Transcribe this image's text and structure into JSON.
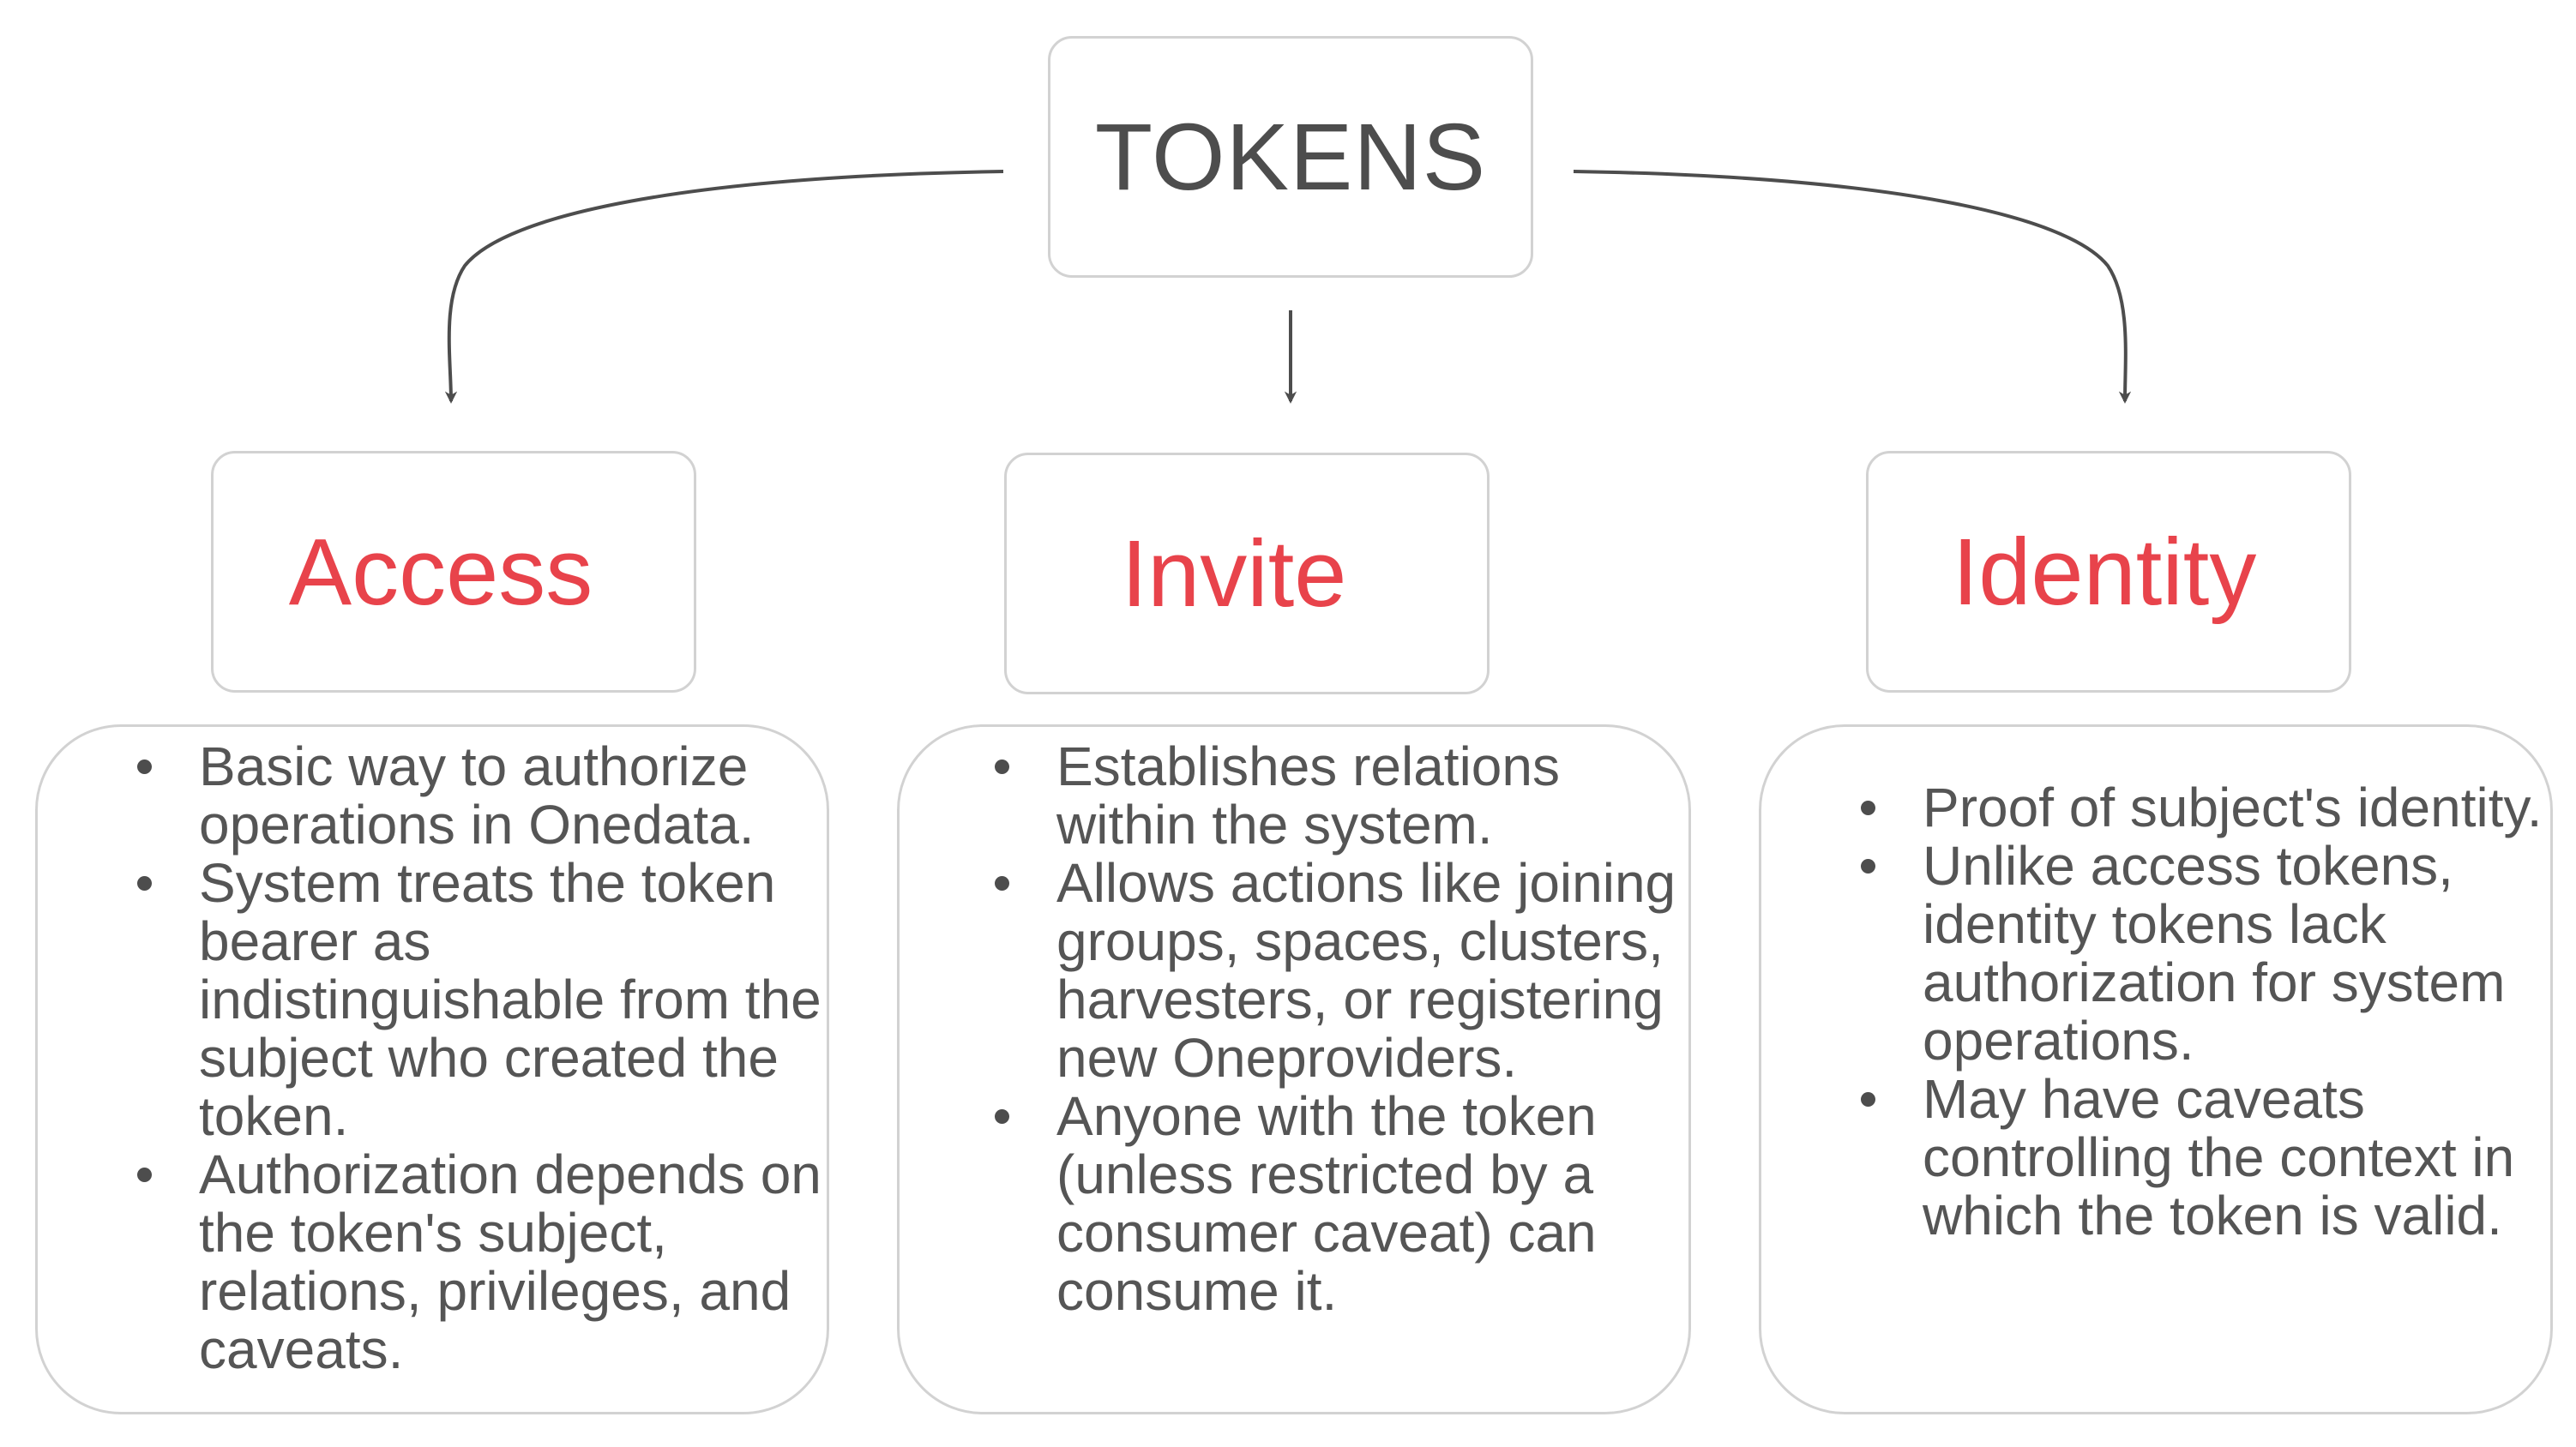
{
  "root": {
    "label": "TOKENS"
  },
  "categories": [
    {
      "title": "Access",
      "bullets": [
        "Basic way to authorize operations in Onedata.",
        "System treats the token bearer as indistinguishable from the subject who created the token.",
        "Authorization depends on the token's subject, relations, privileges, and caveats."
      ]
    },
    {
      "title": "Invite",
      "bullets": [
        "Establishes relations within the system.",
        "Allows actions like joining groups, spaces, clusters, harvesters, or registering new Oneproviders.",
        "Anyone with the token (unless restricted by a consumer caveat) can consume it."
      ]
    },
    {
      "title": "Identity",
      "bullets": [
        "Proof of subject's identity.",
        "Unlike access tokens, identity tokens lack authorization for system operations.",
        "May have caveats controlling the context in which the token is valid."
      ]
    }
  ],
  "colors": {
    "accent": "#e8434b",
    "text": "#555555",
    "border": "#d2d2d2",
    "arrow": "#4d4d4d"
  }
}
